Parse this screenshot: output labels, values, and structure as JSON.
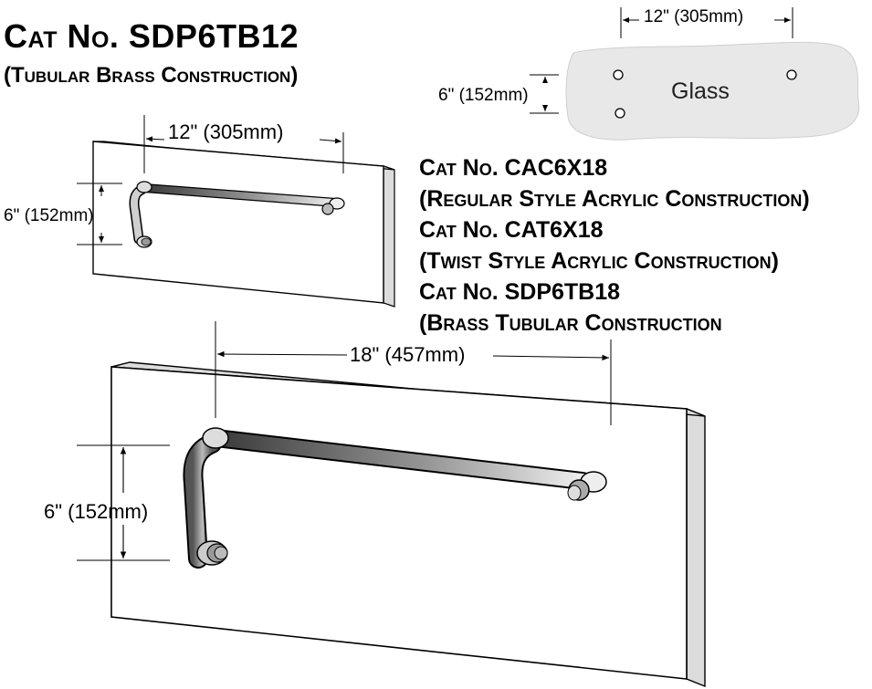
{
  "header": {
    "title": "Cat No. SDP6TB12",
    "subtitle": "(Tubular Brass Construction)"
  },
  "glass_diagram": {
    "width_dim": "12\" (305mm)",
    "height_dim": "6\" (152mm)",
    "label": "Glass"
  },
  "small_panel": {
    "width_dim": "12\" (305mm)",
    "height_dim": "6\" (152mm)"
  },
  "catalog_list": [
    "Cat No. CAC6X18",
    "(Regular Style Acrylic Construction)",
    "Cat No. CAT6X18",
    "(Twist Style Acrylic Construction)",
    "Cat No. SDP6TB18",
    "(Brass Tubular Construction"
  ],
  "large_panel": {
    "width_dim": "18\" (457mm)",
    "height_dim": "6\" (152mm)"
  },
  "colors": {
    "ink": "#000000",
    "glass_fill": "#e8e8e8",
    "panel_face": "#ffffff",
    "panel_edge": "#dcdcdc"
  }
}
